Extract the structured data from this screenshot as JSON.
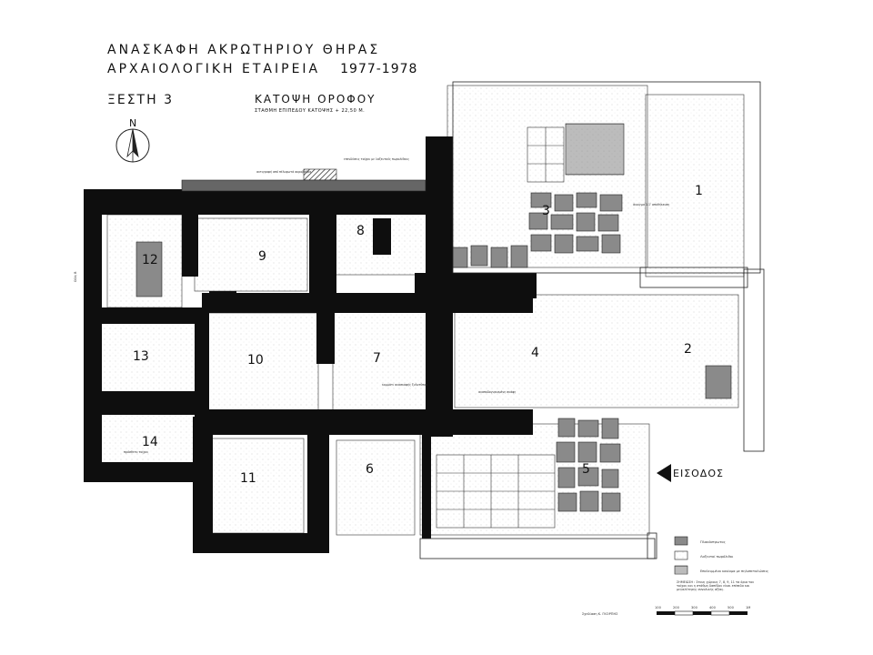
{
  "header": {
    "title_line1": "ΑΝΑΣΚΑΦΗ ΑΚΡΩΤΗΡΙΟΥ ΘΗΡΑΣ",
    "title_line2": "ΑΡΧΑΙΟΛΟΓΙΚΗ ΕΤΑΙΡΕΙΑ",
    "years": "1977-1978",
    "building": "ΞΕΣΤΗ 3",
    "plan_title": "ΚΑΤΟΨΗ ΟΡΟΦΟΥ",
    "datum": "ΣΤΑΘΜΗ ΕΠΙΠΕΔΟΥ ΚΑΤΟΨΗΣ + 22,50 Μ."
  },
  "north_label": "N",
  "entrance_label": "ΕΙΣΟΔΟΣ",
  "rooms": [
    {
      "id": "1",
      "label": "1"
    },
    {
      "id": "2",
      "label": "2"
    },
    {
      "id": "3",
      "label": "3"
    },
    {
      "id": "4",
      "label": "4"
    },
    {
      "id": "5",
      "label": "5"
    },
    {
      "id": "6",
      "label": "6"
    },
    {
      "id": "7",
      "label": "7"
    },
    {
      "id": "8",
      "label": "8"
    },
    {
      "id": "9",
      "label": "9"
    },
    {
      "id": "10",
      "label": "10"
    },
    {
      "id": "11",
      "label": "11"
    },
    {
      "id": "12",
      "label": "12"
    },
    {
      "id": "13",
      "label": "13"
    },
    {
      "id": "14",
      "label": "14"
    }
  ],
  "annotations": {
    "top_note_1": "αντιγραφή από πέλυφωτά ακροβάθρα",
    "top_note_2": "επενδύσεις τοίχου με λαξευτούς πωρολίθους",
    "side_street": "Οδός Β",
    "room1_note": "άνοιγμα 1.1' αποθήκευση",
    "room4_note": "αναποδογυρισμένη σκάφη",
    "room7_note": "κομμάτι ανασκαφής ξυλοτύπου",
    "room14_note": "πρόσθετο τοίχου"
  },
  "legend": {
    "items": [
      {
        "label": "Πλακόστρωτος"
      },
      {
        "label": "Λαξευτοί πωρόλιθοι"
      },
      {
        "label": "Επαλειμμένο κονίαμα με πηλοπεταλώσεις"
      }
    ],
    "note": "ΣΗΜΕΙΩΣΗ : Στους χώρους 7, 8, 9, 11 τα όρια του τοίχου και η στάθμη δαπέδου είναι επίπεδα και μεγαλύτερης συνολικής αξίας.",
    "scale_ticks": [
      "100",
      "200",
      "300",
      "400",
      "500",
      "1M"
    ],
    "drawn_by": "Σχεδίαση Κ. ΓΚΟΡΠΗΣ"
  },
  "colors": {
    "wall": "#0e0e0e",
    "floor": "#f4f4f2",
    "paving": "#8a8a8a",
    "line": "#222222"
  }
}
